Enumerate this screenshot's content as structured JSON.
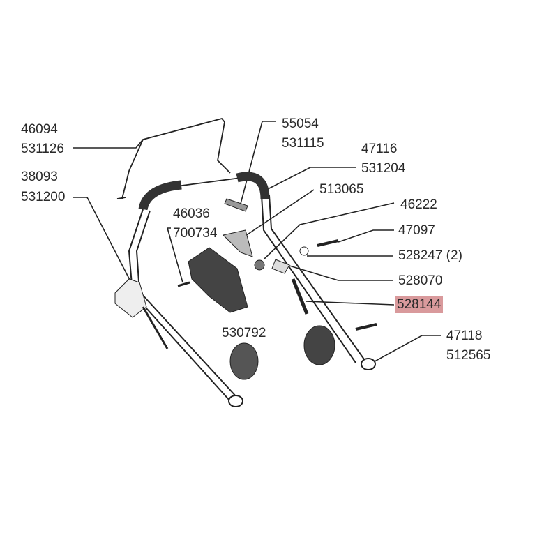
{
  "parts": {
    "p46094": "46094",
    "p531126": "531126",
    "p38093": "38093",
    "p531200": "531200",
    "p55054": "55054",
    "p531115": "531115",
    "p47116": "47116",
    "p531204": "531204",
    "p513065": "513065",
    "p46222": "46222",
    "p46036": "46036",
    "p700734": "700734",
    "p47097": "47097",
    "p528247": "528247 (2)",
    "p528070": "528070",
    "p528144": "528144",
    "p530792": "530792",
    "p47118": "47118",
    "p512565": "512565"
  },
  "highlight": {
    "part": "528144",
    "color": "#d99a9c"
  }
}
